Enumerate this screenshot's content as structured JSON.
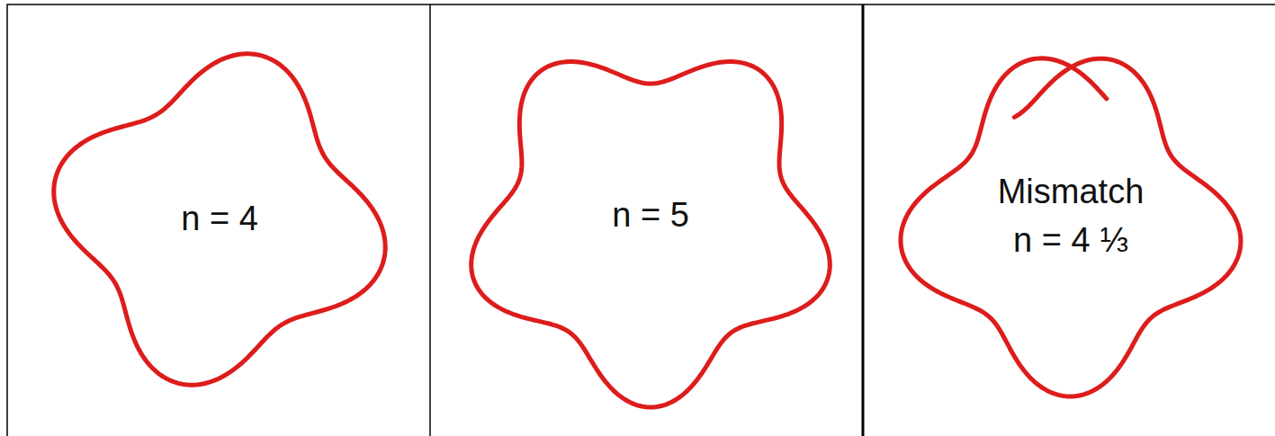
{
  "diagram": {
    "nodes": [
      {
        "text": [
          "n = 4"
        ]
      },
      {
        "text": [
          "n = 5"
        ]
      },
      {
        "text": [
          "Mismatch",
          "n = 4 ⅓"
        ]
      }
    ]
  }
}
